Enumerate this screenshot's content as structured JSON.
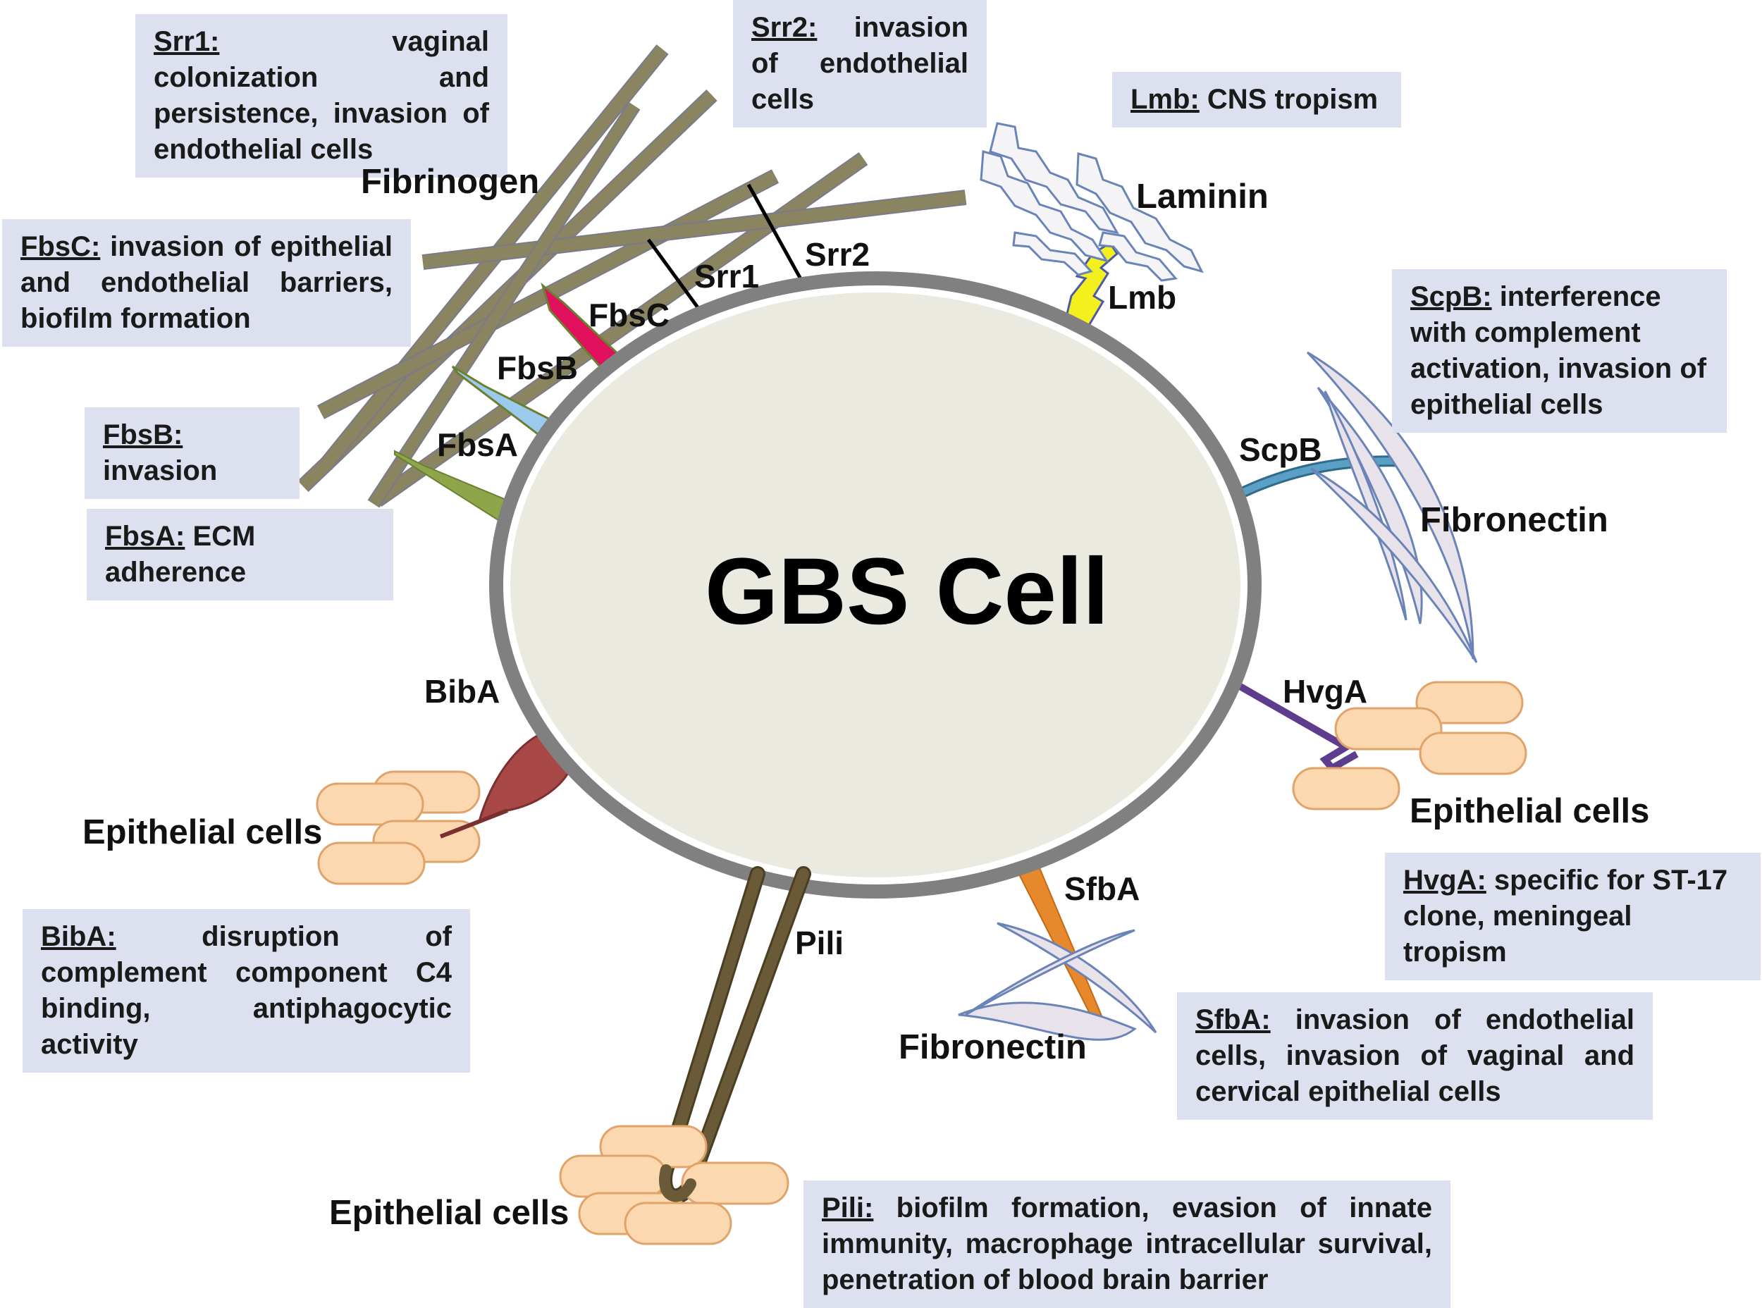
{
  "cell": {
    "title": "GBS Cell"
  },
  "boxes": {
    "srr1": {
      "key": "Srr1:",
      "text": " vaginal colonization and persistence, invasion of endothelial cells"
    },
    "srr2": {
      "key": "Srr2:",
      "text": " invasion of endothelial cells"
    },
    "lmb": {
      "key": "Lmb:",
      "text": " CNS tropism"
    },
    "fbsc": {
      "key": "FbsC:",
      "text": " invasion of epithelial and endothelial barriers, biofilm formation"
    },
    "scpb": {
      "key": "ScpB:",
      "text": " interference with complement activation, invasion of epithelial cells"
    },
    "fbsb": {
      "key": "FbsB:",
      "text": " invasion"
    },
    "fbsa": {
      "key": "FbsA:",
      "text": " ECM adherence"
    },
    "bibA": {
      "key": "BibA:",
      "text": " disruption of complement component C4 binding, antiphagocytic activity"
    },
    "hvga": {
      "key": "HvgA:",
      "text": " specific for ST-17 clone, meningeal tropism"
    },
    "sfba": {
      "key": "SfbA:",
      "text": " invasion of endothelial cells, invasion of vaginal and cervical epithelial cells"
    },
    "pili": {
      "key": "Pili:",
      "text": " biofilm formation, evasion of innate immunity, macrophage intracellular survival, penetration of blood brain barrier"
    }
  },
  "labels": {
    "fibrinogen": "Fibrinogen",
    "laminin": "Laminin",
    "lmb": "Lmb",
    "srr1": "Srr1",
    "srr2": "Srr2",
    "fbsc": "FbsC",
    "fbsb": "FbsB",
    "fbsa": "FbsA",
    "scpb": "ScpB",
    "fibronectin_right": "Fibronectin",
    "hvga": "HvgA",
    "epithelial_right": "Epithelial cells",
    "bibA": "BibA",
    "epithelial_left": "Epithelial cells",
    "sfba": "SfbA",
    "pili": "Pili",
    "fibronectin_bottom": "Fibronectin",
    "epithelial_bottom": "Epithelial cells"
  },
  "colors": {
    "box_bg": "#dde0ee",
    "cell_fill": "#ebeae0",
    "cell_wall": "#808080",
    "fibrinogen": "#8a8460",
    "fbsc": "#e0105c",
    "fbsb": "#9ccaec",
    "fbsa": "#8ea54a",
    "lmb": "#f4f01e",
    "scpb": "#4a8aaa",
    "hvga": "#5e3c8e",
    "bibA": "#a84846",
    "sfba": "#e8882c",
    "pili": "#6a5a38",
    "epithelial_fill": "#fcd8b0",
    "epithelial_stroke": "#e0a46a",
    "fibronectin_fill": "#e8e2ea"
  }
}
